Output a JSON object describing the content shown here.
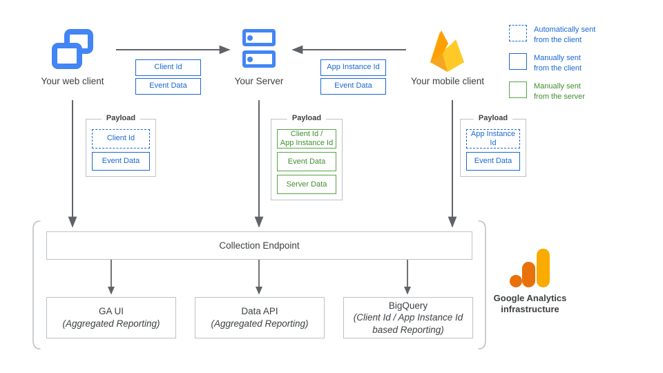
{
  "diagram": {
    "title": "Google Analytics data collection architecture",
    "colors": {
      "blue": "#1967d2",
      "icon_blue": "#4285f4",
      "green": "#55a544",
      "green_text": "#3f8f2e",
      "grey_border": "#bdc1c6",
      "text": "#3c4043",
      "arrow": "#5f6368",
      "ga_orange": "#e8710a",
      "ga_yellow": "#f9ab00",
      "firebase_yellow": "#ffc24a",
      "firebase_orange": "#f4bd62",
      "firebase_amber": "#ffa712"
    }
  },
  "sources": {
    "web_client": {
      "label": "Your web client",
      "icon": "windows-icon",
      "transport_chips": [
        {
          "label": "Client Id",
          "style": "blue"
        },
        {
          "label": "Event Data",
          "style": "blue"
        }
      ],
      "payload": {
        "legend": "Payload",
        "items": [
          {
            "label": "Client Id",
            "style": "blue-dash"
          },
          {
            "label": "Event Data",
            "style": "blue"
          }
        ]
      }
    },
    "server": {
      "label": "Your Server",
      "icon": "server-icon",
      "payload": {
        "legend": "Payload",
        "items": [
          {
            "label": "Client Id /\nApp Instance Id",
            "style": "green"
          },
          {
            "label": "Event Data",
            "style": "green"
          },
          {
            "label": "Server Data",
            "style": "green"
          }
        ]
      }
    },
    "mobile_client": {
      "label": "Your mobile client",
      "icon": "firebase-icon",
      "transport_chips": [
        {
          "label": "App Instance Id",
          "style": "blue"
        },
        {
          "label": "Event Data",
          "style": "blue"
        }
      ],
      "payload": {
        "legend": "Payload",
        "items": [
          {
            "label": "App Instance Id",
            "style": "blue-dash"
          },
          {
            "label": "Event Data",
            "style": "blue"
          }
        ]
      }
    }
  },
  "legend": {
    "items": [
      {
        "style": "blue-dash",
        "line1": "Automatically sent",
        "line2": "from the client",
        "color": "#1967d2"
      },
      {
        "style": "blue",
        "line1": "Manually sent",
        "line2": "from the client",
        "color": "#1967d2"
      },
      {
        "style": "green",
        "line1": "Manually sent",
        "line2": "from the server",
        "color": "#3f8f2e"
      }
    ]
  },
  "infrastructure": {
    "collection_endpoint": "Collection Endpoint",
    "outputs": [
      {
        "title": "GA UI",
        "subtitle": "(Aggregated Reporting)",
        "subtitle2": ""
      },
      {
        "title": "Data API",
        "subtitle": "(Aggregated Reporting)",
        "subtitle2": ""
      },
      {
        "title": "BigQuery",
        "subtitle": "(Client Id / App Instance Id",
        "subtitle2": "based Reporting)"
      }
    ],
    "brand": {
      "line1": "Google Analytics",
      "line2": "infrastructure",
      "icon": "google-analytics-icon"
    }
  }
}
